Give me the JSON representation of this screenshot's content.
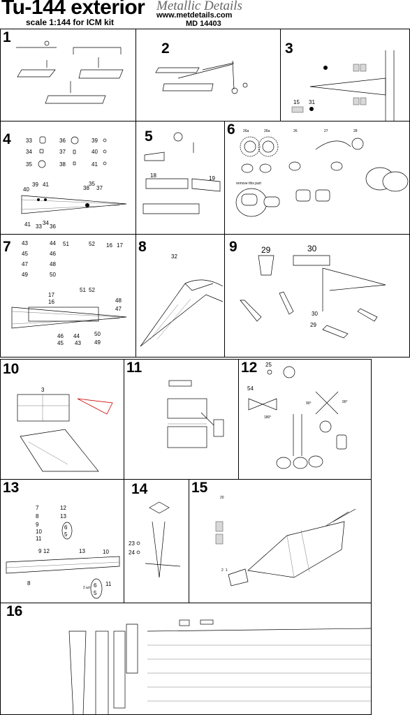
{
  "header": {
    "title": "Tu-144 exterior",
    "subtitle": "scale 1:144 for ICM kit",
    "brand": "Metallic Details",
    "url": "www.metdetails.com",
    "code": "MD 14403"
  },
  "steps": [
    {
      "number": "1"
    },
    {
      "number": "2"
    },
    {
      "number": "3"
    },
    {
      "number": "4"
    },
    {
      "number": "5"
    },
    {
      "number": "6"
    },
    {
      "number": "7"
    },
    {
      "number": "8"
    },
    {
      "number": "9"
    },
    {
      "number": "10"
    },
    {
      "number": "11"
    },
    {
      "number": "12"
    },
    {
      "number": "13"
    },
    {
      "number": "14"
    },
    {
      "number": "15"
    },
    {
      "number": "16"
    }
  ],
  "labels": {
    "s3": [
      "15",
      "31"
    ],
    "s4": [
      "33",
      "34",
      "35",
      "36",
      "37",
      "38",
      "39",
      "40",
      "41",
      "39",
      "41",
      "40",
      "35",
      "38",
      "37",
      "41",
      "33",
      "34",
      "36"
    ],
    "s5": [
      "18",
      "19"
    ],
    "s6": [
      "26a",
      "26a",
      "26",
      "27",
      "28",
      "remove this part"
    ],
    "s7": [
      "43",
      "44",
      "51",
      "52",
      "16",
      "17",
      "45",
      "46",
      "47",
      "48",
      "49",
      "50",
      "17",
      "16",
      "51",
      "52",
      "48",
      "47",
      "46",
      "44",
      "50",
      "45",
      "43",
      "49"
    ],
    "s8": [
      "32"
    ],
    "s9": [
      "29",
      "30",
      "30",
      "29"
    ],
    "s10": [
      "3"
    ],
    "s12": [
      "25",
      "54",
      "180°",
      "90°",
      "90°"
    ],
    "s13": [
      "7",
      "8",
      "9",
      "10",
      "11",
      "12",
      "13",
      "6",
      "5",
      "9",
      "12",
      "13",
      "10",
      "11",
      "8",
      "6",
      "5",
      "2 шт"
    ],
    "s14": [
      "23",
      "24"
    ],
    "s15": [
      "20",
      "2",
      "1"
    ]
  },
  "colors": {
    "border": "#000000",
    "accent": "#cc0000",
    "ink": "#000000",
    "brand_gray": "#666666"
  }
}
